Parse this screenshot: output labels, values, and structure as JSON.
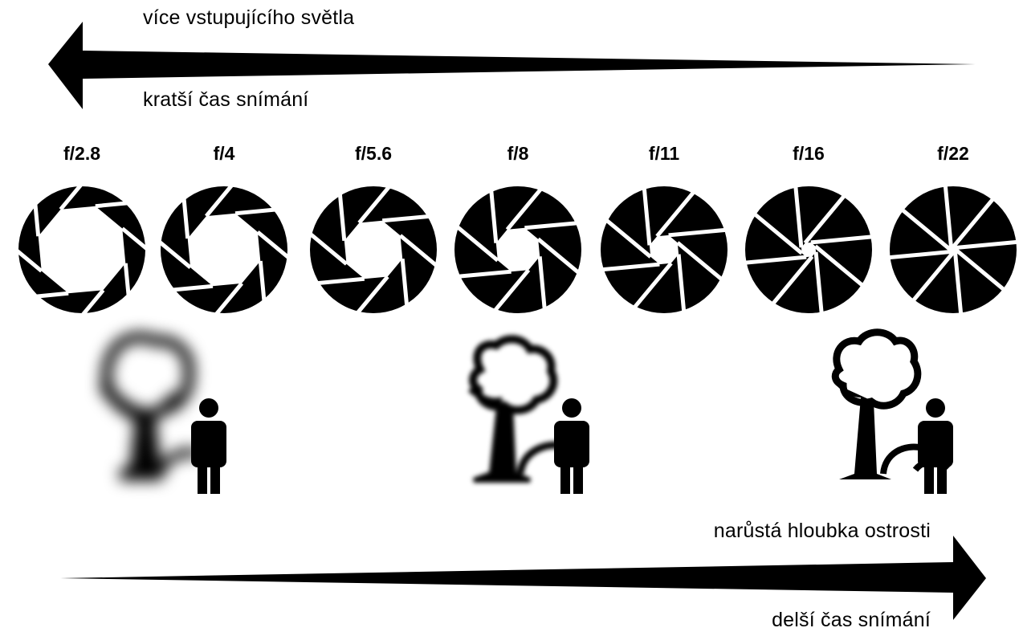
{
  "top_arrow": {
    "label_above": "více vstupujícího světla",
    "label_below": "kratší čas snímání"
  },
  "bottom_arrow": {
    "label_above": "narůstá hloubka ostrosti",
    "label_below": "delší čas snímání"
  },
  "apertures": [
    {
      "label": "f/2.8",
      "opening": 0.72
    },
    {
      "label": "f/4",
      "opening": 0.6
    },
    {
      "label": "f/5.6",
      "opening": 0.48
    },
    {
      "label": "f/8",
      "opening": 0.36
    },
    {
      "label": "f/11",
      "opening": 0.24
    },
    {
      "label": "f/16",
      "opening": 0.12
    },
    {
      "label": "f/22",
      "opening": 0.03
    }
  ],
  "scenes": [
    {
      "name": "shallow-depth-scene",
      "blur": 9
    },
    {
      "name": "medium-depth-scene",
      "blur": 3
    },
    {
      "name": "deep-depth-scene",
      "blur": 0
    }
  ],
  "colors": {
    "ink": "#000000",
    "background": "#ffffff"
  }
}
